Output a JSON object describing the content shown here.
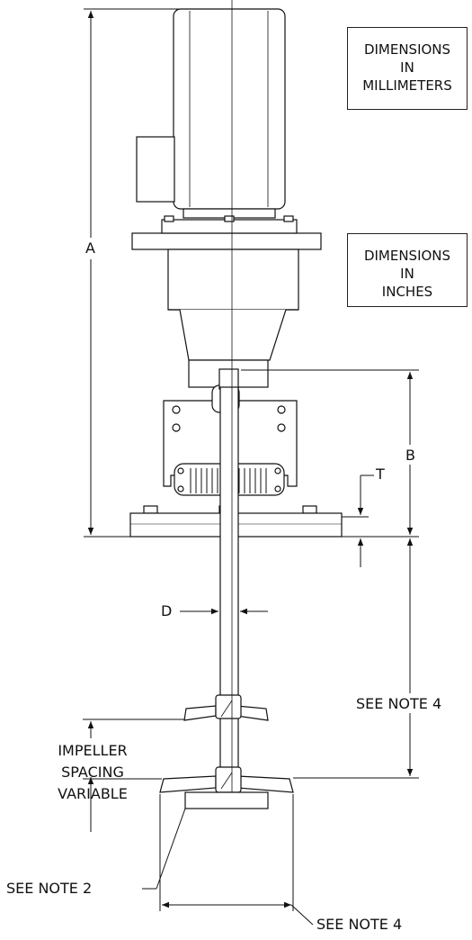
{
  "boxes": {
    "millimeters": {
      "line1": "DIMENSIONS",
      "line2": "IN",
      "line3": "MILLIMETERS"
    },
    "inches": {
      "line1": "DIMENSIONS",
      "line2": "IN",
      "line3": "INCHES"
    }
  },
  "labels": {
    "a": "A",
    "b": "B",
    "t": "T",
    "d": "D",
    "see_note_4_right": "SEE NOTE 4",
    "impeller_spacing": [
      "IMPELLER",
      "SPACING",
      "VARIABLE"
    ],
    "see_note_2": "SEE NOTE 2",
    "see_note_4_bottom": "SEE NOTE 4"
  }
}
